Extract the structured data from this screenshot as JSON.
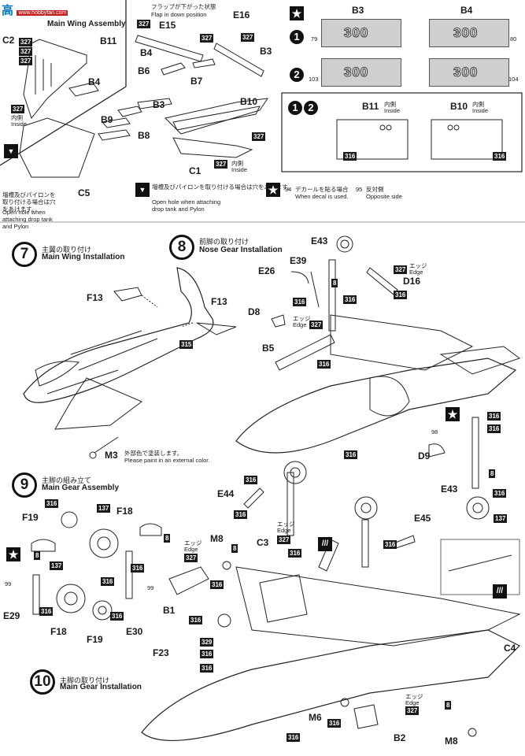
{
  "watermark": {
    "cn": "高",
    "en": "www.hobbyfan.com"
  },
  "step6": {
    "title_en": "Main Wing Assembly"
  },
  "flap_note": {
    "jp": "フラップが下がった状態",
    "en": "Flap in down position"
  },
  "drop_note": {
    "jp": "増槽及びパイロンを取り付ける場合は穴をあけます。",
    "en": "Open hole when attaching drop tank and Pylon"
  },
  "left_note": {
    "jp": "増槽及びパイロンを取り付ける場合は穴をあけます。",
    "en": "Open hole when attaching drop tank and Pylon"
  },
  "inside": {
    "jp": "内側",
    "en": "Inside"
  },
  "edge": {
    "jp": "エッジ",
    "en": "Edge"
  },
  "decal_legend": [
    {
      "num": "94",
      "jp": "デカールを貼る場合",
      "en": "When decal is used."
    },
    {
      "num": "95",
      "jp": "反対側",
      "en": "Opposite side"
    }
  ],
  "decal_table": {
    "star": "★",
    "col_b3": "B3",
    "col_b4": "B4",
    "row1": {
      "mark": "1",
      "left_num": "79",
      "right_num": "80",
      "val_b3": "300",
      "val_b4": "300"
    },
    "row2": {
      "mark": "2",
      "left_num": "103",
      "right_num": "104",
      "val_b3": "300",
      "val_b4": "300"
    },
    "b11": "B11",
    "b10": "B10",
    "color": "316"
  },
  "steps": [
    {
      "num": "7",
      "jp": "主翼の取り付け",
      "en": "Main Wing Installation"
    },
    {
      "num": "8",
      "jp": "前脚の取り付け",
      "en": "Nose Gear Installation"
    },
    {
      "num": "9",
      "jp": "主脚の組み立て",
      "en": "Main Gear Assembly"
    },
    {
      "num": "10",
      "jp": "主脚の取り付け",
      "en": "Main Gear Installation"
    }
  ],
  "m3_note": {
    "jp": "外部色で塗装します。",
    "en": "Please paint in an external color."
  },
  "parts": {
    "C2": "C2",
    "B11": "B11",
    "B4": "B4",
    "B9": "B9",
    "B8": "B8",
    "C5": "C5",
    "B3": "B3",
    "B10": "B10",
    "C1": "C1",
    "E15": "E15",
    "E16": "E16",
    "B6": "B6",
    "B7": "B7",
    "F13a": "F13",
    "F13b": "F13",
    "M3": "M3",
    "E43a": "E43",
    "E39": "E39",
    "E26": "E26",
    "D16": "D16",
    "D8": "D8",
    "B5": "B5",
    "D9": "D9",
    "E43b": "E43",
    "F19a": "F19",
    "F18a": "F18",
    "E29": "E29",
    "F18b": "F18",
    "F19b": "F19",
    "E30": "E30",
    "B1": "B1",
    "M8a": "M8",
    "C3": "C3",
    "E44": "E44",
    "E45": "E45",
    "F23": "F23",
    "C4": "C4",
    "M6": "M6",
    "B2": "B2",
    "M8b": "M8"
  },
  "colors": {
    "c327": "327",
    "c316": "316",
    "c315": "315",
    "c137": "137",
    "c8": "8",
    "c329": "329",
    "c99": "99"
  }
}
